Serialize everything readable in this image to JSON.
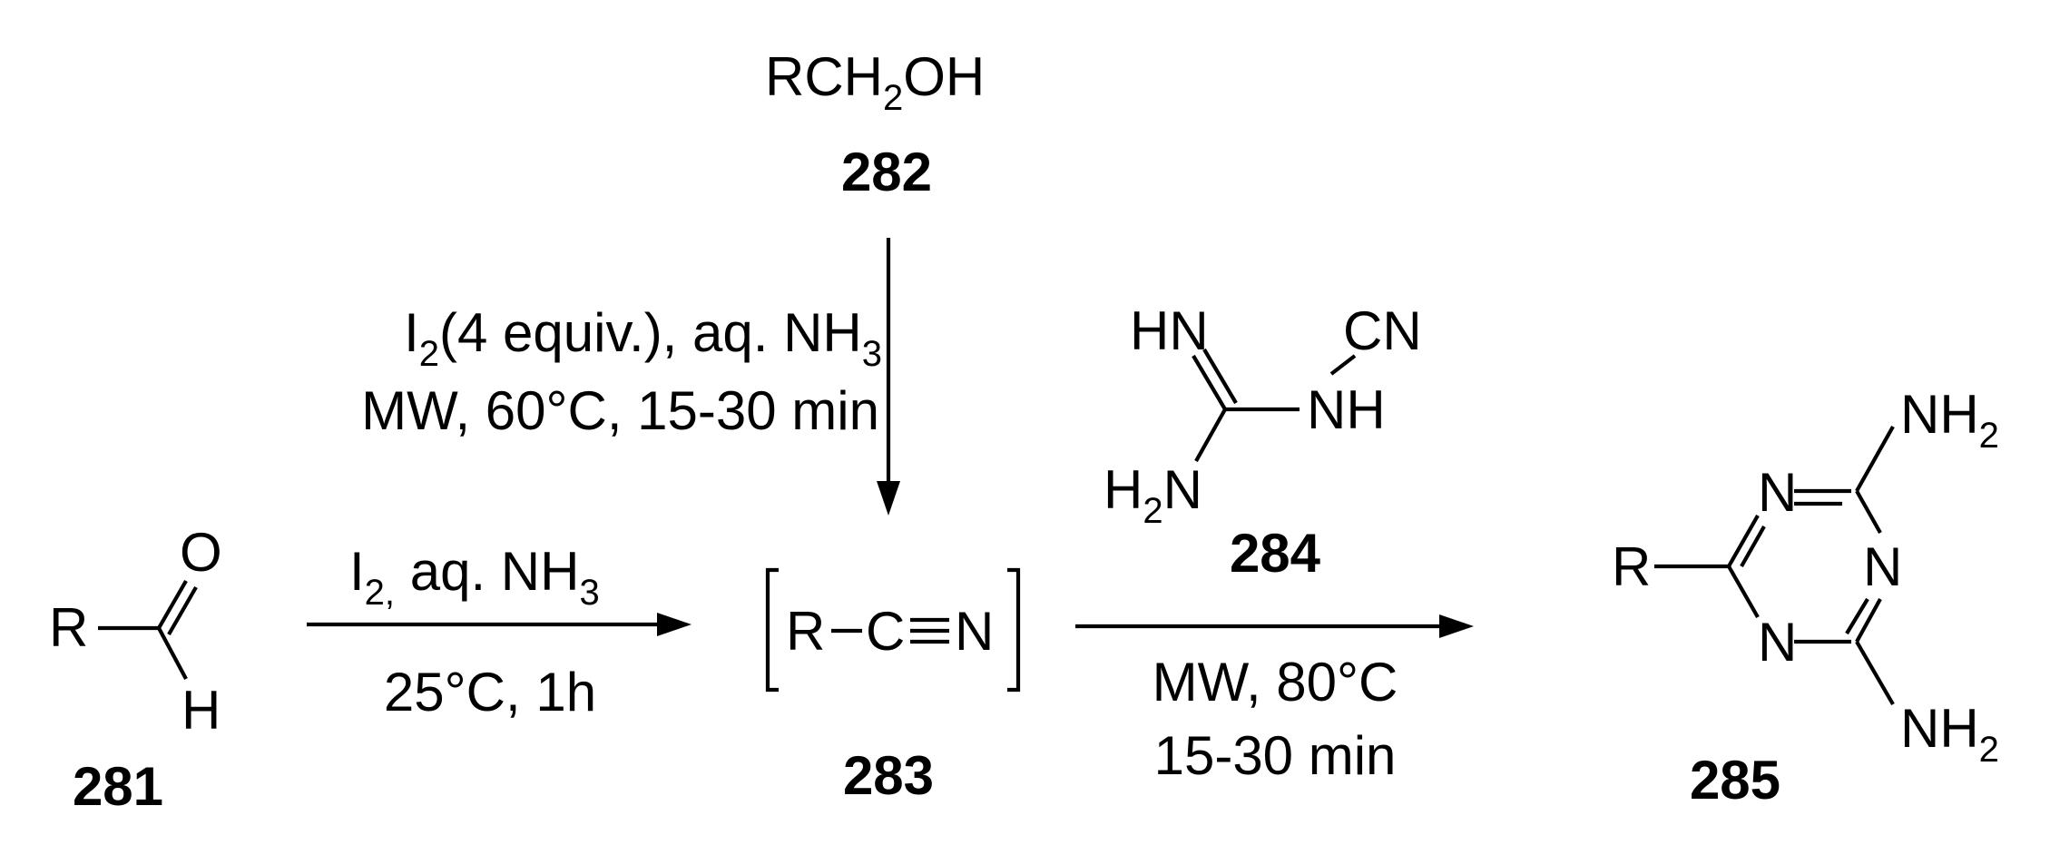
{
  "compounds": {
    "c281": {
      "id": "281",
      "r_label": "R",
      "o_label": "O",
      "h_label": "H"
    },
    "c282": {
      "id": "282",
      "formula_main": "RCH",
      "formula_sub": "2",
      "formula_tail": "OH"
    },
    "c283": {
      "id": "283",
      "r_label": "R",
      "c_label": "C",
      "n_label": "N"
    },
    "c284": {
      "id": "284",
      "hn_label": "HN",
      "cn_label": "CN",
      "nh_label": "NH",
      "h2n_h": "H",
      "h2n_sub": "2",
      "h2n_n": "N"
    },
    "c285": {
      "id": "285",
      "r_label": "R",
      "n_label": "N",
      "nh2_main": "NH",
      "nh2_sub": "2"
    }
  },
  "conditions": {
    "step1_above": {
      "main": "I",
      "sub": "2,",
      "tail": " aq. NH",
      "tail_sub": "3"
    },
    "step1_below": "25°C, 1h",
    "vertical_line1": {
      "main": "I",
      "sub": "2",
      "tail": "(4 equiv.), aq. NH",
      "tail_sub": "3"
    },
    "vertical_line2": "MW, 60°C, 15-30 min",
    "step2_below1": "MW, 80°C",
    "step2_below2": "15-30 min"
  }
}
